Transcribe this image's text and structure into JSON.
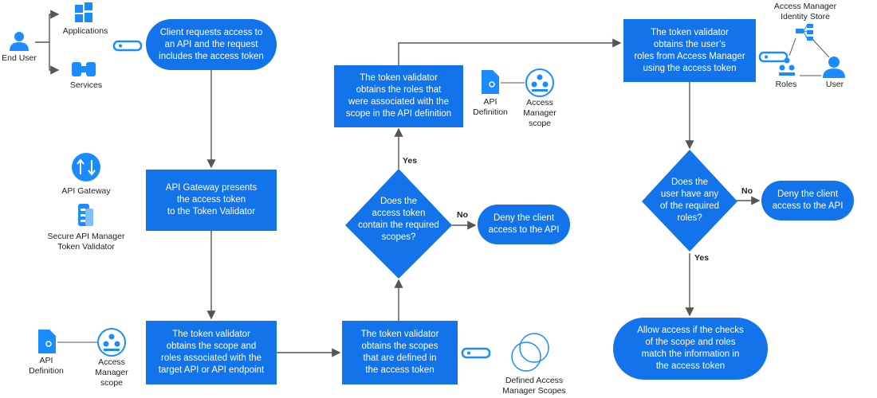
{
  "nodes": {
    "client_request": "Client requests access to\nan API and the request\nincludes the access token",
    "gateway_presents": "API Gateway presents\nthe access token\nto the Token Validator",
    "obtain_scope_roles": "The token validator\nobtains the scope and\nroles associated with the\ntarget API or API endpoint",
    "obtain_scopes": "The token validator\nobtains the scopes\nthat are defined in\nthe access token",
    "decision_scopes": "Does the\naccess token\ncontain the required\nscopes?",
    "deny1": "Deny the client\naccess to the API",
    "obtain_roles_scope": "The token validator\nobtains the roles that\nwere associated with the\nscope in the API definition",
    "obtain_user_roles": "The token validator\nobtains the user’s\nroles from Access Manager\nusing the access token",
    "decision_roles": "Does the\nuser have any\nof the required\nroles?",
    "deny2": "Deny the client\naccess to the API",
    "allow": "Allow access if the checks\nof the scope and roles\nmatch the information in\nthe access token"
  },
  "edge_labels": {
    "yes1": "Yes",
    "no1": "No",
    "no2": "No",
    "yes2": "Yes"
  },
  "icon_labels": {
    "end_user": "End User",
    "applications": "Applications",
    "services": "Services",
    "api_gateway": "API Gateway",
    "token_validator": "Secure API Manager\nToken Validator",
    "api_definition_bottom": "API\nDefinition",
    "am_scope_bottom": "Access\nManager\nscope",
    "api_definition_top": "API\nDefinition",
    "am_scope_top": "Access\nManager\nscope",
    "defined_scopes": "Defined Access\nManager Scopes",
    "identity_store": "Access Manager\nIdentity Store",
    "roles": "Roles",
    "user": "User"
  },
  "colors": {
    "node": "#1273eb",
    "arrow": "#555555",
    "icon_blue": "#1a8cff"
  }
}
